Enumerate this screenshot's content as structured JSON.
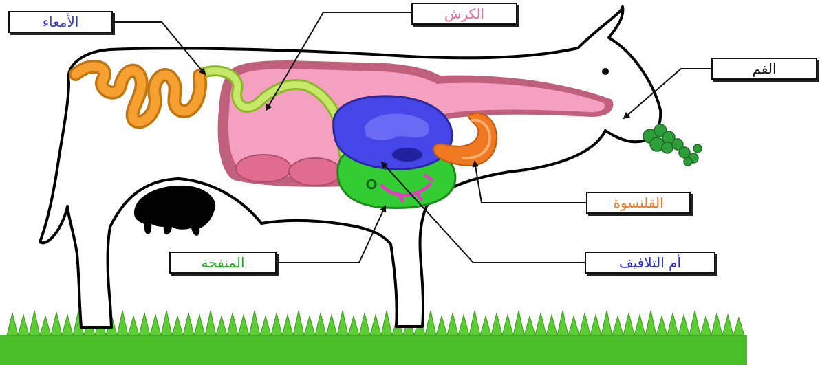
{
  "labels": {
    "intestines": {
      "text": "الأمعاء",
      "color": "#3a3ad0"
    },
    "rumen": {
      "text": "الكرش",
      "color": "#f06aa0"
    },
    "mouth": {
      "text": "الفم",
      "color": "#111111"
    },
    "reticulum": {
      "text": "القلنسوة",
      "color": "#f07820"
    },
    "omasum": {
      "text": "أم التلافيف",
      "color": "#2a2ad8"
    },
    "abomasum": {
      "text": "المنفحة",
      "color": "#22aa22"
    }
  },
  "colors": {
    "rumen": "#f5a0c0",
    "rumen_shadow": "#c0607c",
    "omasum": "#4a4ae8",
    "abomasum": "#33cc33",
    "reticulum": "#f07820",
    "intestines": "#f5a030",
    "esophagus": "#b8d850",
    "grass": "#44bb22",
    "udder": "#000000"
  }
}
